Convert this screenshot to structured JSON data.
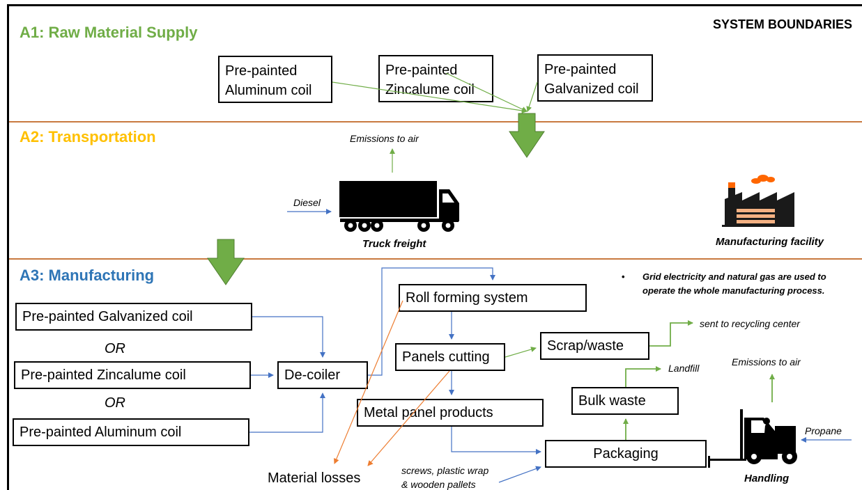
{
  "header": {
    "system_boundaries": "SYSTEM BOUNDARIES"
  },
  "colors": {
    "a1": "#70ad47",
    "a2": "#ffc000",
    "a3": "#2e75b6",
    "divider": "#c8793f",
    "arrow_green": "#70ad47",
    "arrow_blue": "#4472c4",
    "arrow_orange": "#ed7d31",
    "smoke": "#ff6600"
  },
  "a1": {
    "title": "A1: Raw Material Supply",
    "coils": [
      {
        "line1": "Pre-painted",
        "line2": "Aluminum coil"
      },
      {
        "line1": "Pre-painted",
        "line2": "Zincalume coil"
      },
      {
        "line1": "Pre-painted",
        "line2": "Galvanized coil"
      }
    ]
  },
  "a2": {
    "title": "A2: Transportation",
    "emissions": "Emissions to air",
    "diesel": "Diesel",
    "truck_label": "Truck freight",
    "facility_label": "Manufacturing facility",
    "icons": [
      "truck-icon",
      "factory-icon"
    ]
  },
  "a3": {
    "title": "A3: Manufacturing",
    "note_bullet": "•",
    "note_line1": "Grid electricity and natural gas are used to",
    "note_line2": "operate the whole manufacturing process.",
    "inputs": [
      "Pre-painted Galvanized coil",
      "Pre-painted Zincalume coil",
      "Pre-painted Aluminum coil"
    ],
    "or_label": "OR",
    "decoiler": "De-coiler",
    "roll_forming": "Roll forming system",
    "panels_cutting": "Panels cutting",
    "scrap": "Scrap/waste",
    "recycling": "sent to recycling center",
    "metal_panels": "Metal panel products",
    "bulk_waste": "Bulk waste",
    "landfill": "Landfill",
    "packaging": "Packaging",
    "material_losses": "Material losses",
    "packaging_inputs_line1": "screws, plastic wrap",
    "packaging_inputs_line2": "& wooden pallets",
    "emissions": "Emissions to air",
    "propane": "Propane",
    "handling": "Handling",
    "icons": [
      "forklift-icon"
    ]
  }
}
